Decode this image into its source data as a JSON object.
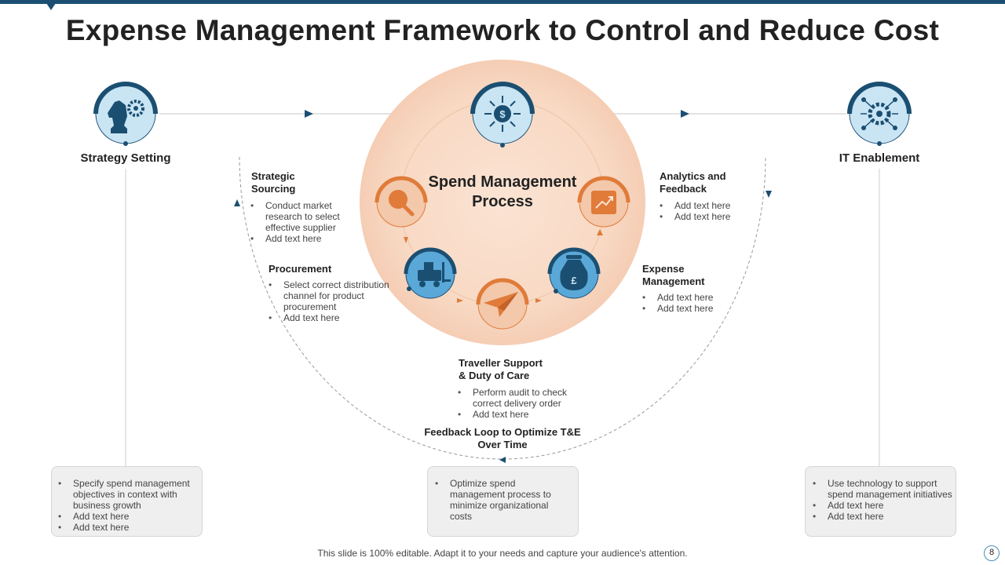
{
  "title": "Expense Management Framework to Control and Reduce Cost",
  "hub_title": "Spend Management Process",
  "left": {
    "label": "Strategy Setting",
    "icon": "chess-knight-gear-icon",
    "bullets": [
      "Specify spend management objectives in context with business growth",
      "Add text here",
      "Add text here"
    ]
  },
  "right": {
    "label": "IT Enablement",
    "icon": "gear-network-icon",
    "bullets": [
      "Use technology to support spend management initiatives",
      "Add text here",
      "Add text here"
    ]
  },
  "center_icon": "dollar-arrows-icon",
  "stages": {
    "strategic_sourcing": {
      "title": "Strategic Sourcing",
      "icon": "magnifier-icon",
      "bullets": [
        "Conduct market research to select effective supplier",
        "Add text here"
      ]
    },
    "procurement": {
      "title": "Procurement",
      "icon": "forklift-icon",
      "bullets": [
        "Select correct distribution channel for product procurement",
        "Add text here"
      ]
    },
    "traveller_support": {
      "title": "Traveller Support & Duty of Care",
      "icon": "paper-plane-icon",
      "bullets": [
        "Perform audit to check correct delivery order",
        "Add text here"
      ]
    },
    "expense_management": {
      "title": "Expense Management",
      "icon": "money-bag-pound-icon",
      "bullets": [
        "Add text here",
        "Add text here"
      ]
    },
    "analytics": {
      "title": "Analytics and Feedback",
      "icon": "trend-chart-icon",
      "bullets": [
        "Add text here",
        "Add text here"
      ]
    }
  },
  "feedback": {
    "title": "Feedback Loop to Optimize T&E Over Time",
    "bullets": [
      "Optimize spend management process to minimize organizational costs"
    ]
  },
  "footer": "This slide is 100% editable. Adapt it to your needs and capture your audience's attention.",
  "page_number": "8",
  "colors": {
    "navy": "#1b4f72",
    "orange": "#e07b39",
    "light_blue": "#c9e4f3",
    "peach": "#f9dcc8"
  }
}
